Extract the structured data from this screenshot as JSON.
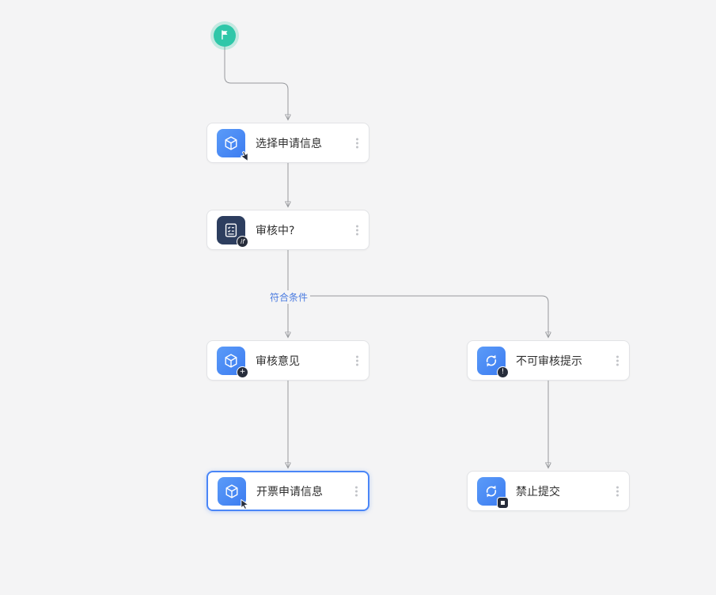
{
  "canvas": {
    "background": "#f4f4f5"
  },
  "workflow": {
    "start_node": {
      "icon": "flag-icon",
      "color": "#2fc7a9"
    },
    "nodes": [
      {
        "id": "select-application-info",
        "label": "选择申请信息",
        "icon": "cube-select-icon",
        "selected": false
      },
      {
        "id": "reviewing-condition",
        "label": "审核中?",
        "icon": "form-condition-icon",
        "selected": false
      },
      {
        "id": "review-opinion",
        "label": "审核意见",
        "icon": "cube-add-icon",
        "selected": false
      },
      {
        "id": "not-reviewable-tip",
        "label": "不可审核提示",
        "icon": "sync-alert-icon",
        "selected": false
      },
      {
        "id": "invoice-application-info",
        "label": "开票申请信息",
        "icon": "cube-select-icon",
        "selected": true
      },
      {
        "id": "forbid-submit",
        "label": "禁止提交",
        "icon": "sync-stop-icon",
        "selected": false
      }
    ],
    "branch_label": "符合条件",
    "badges": {
      "condition": "if",
      "add": "+",
      "alert": "!"
    }
  },
  "colors": {
    "icon_blue": "#4689f4",
    "icon_navy": "#2d3e5f",
    "start_green": "#2fc7a9",
    "selected_border": "#4a86f7",
    "edge_line": "#97999d",
    "branch_label_text": "#4a7be0"
  }
}
